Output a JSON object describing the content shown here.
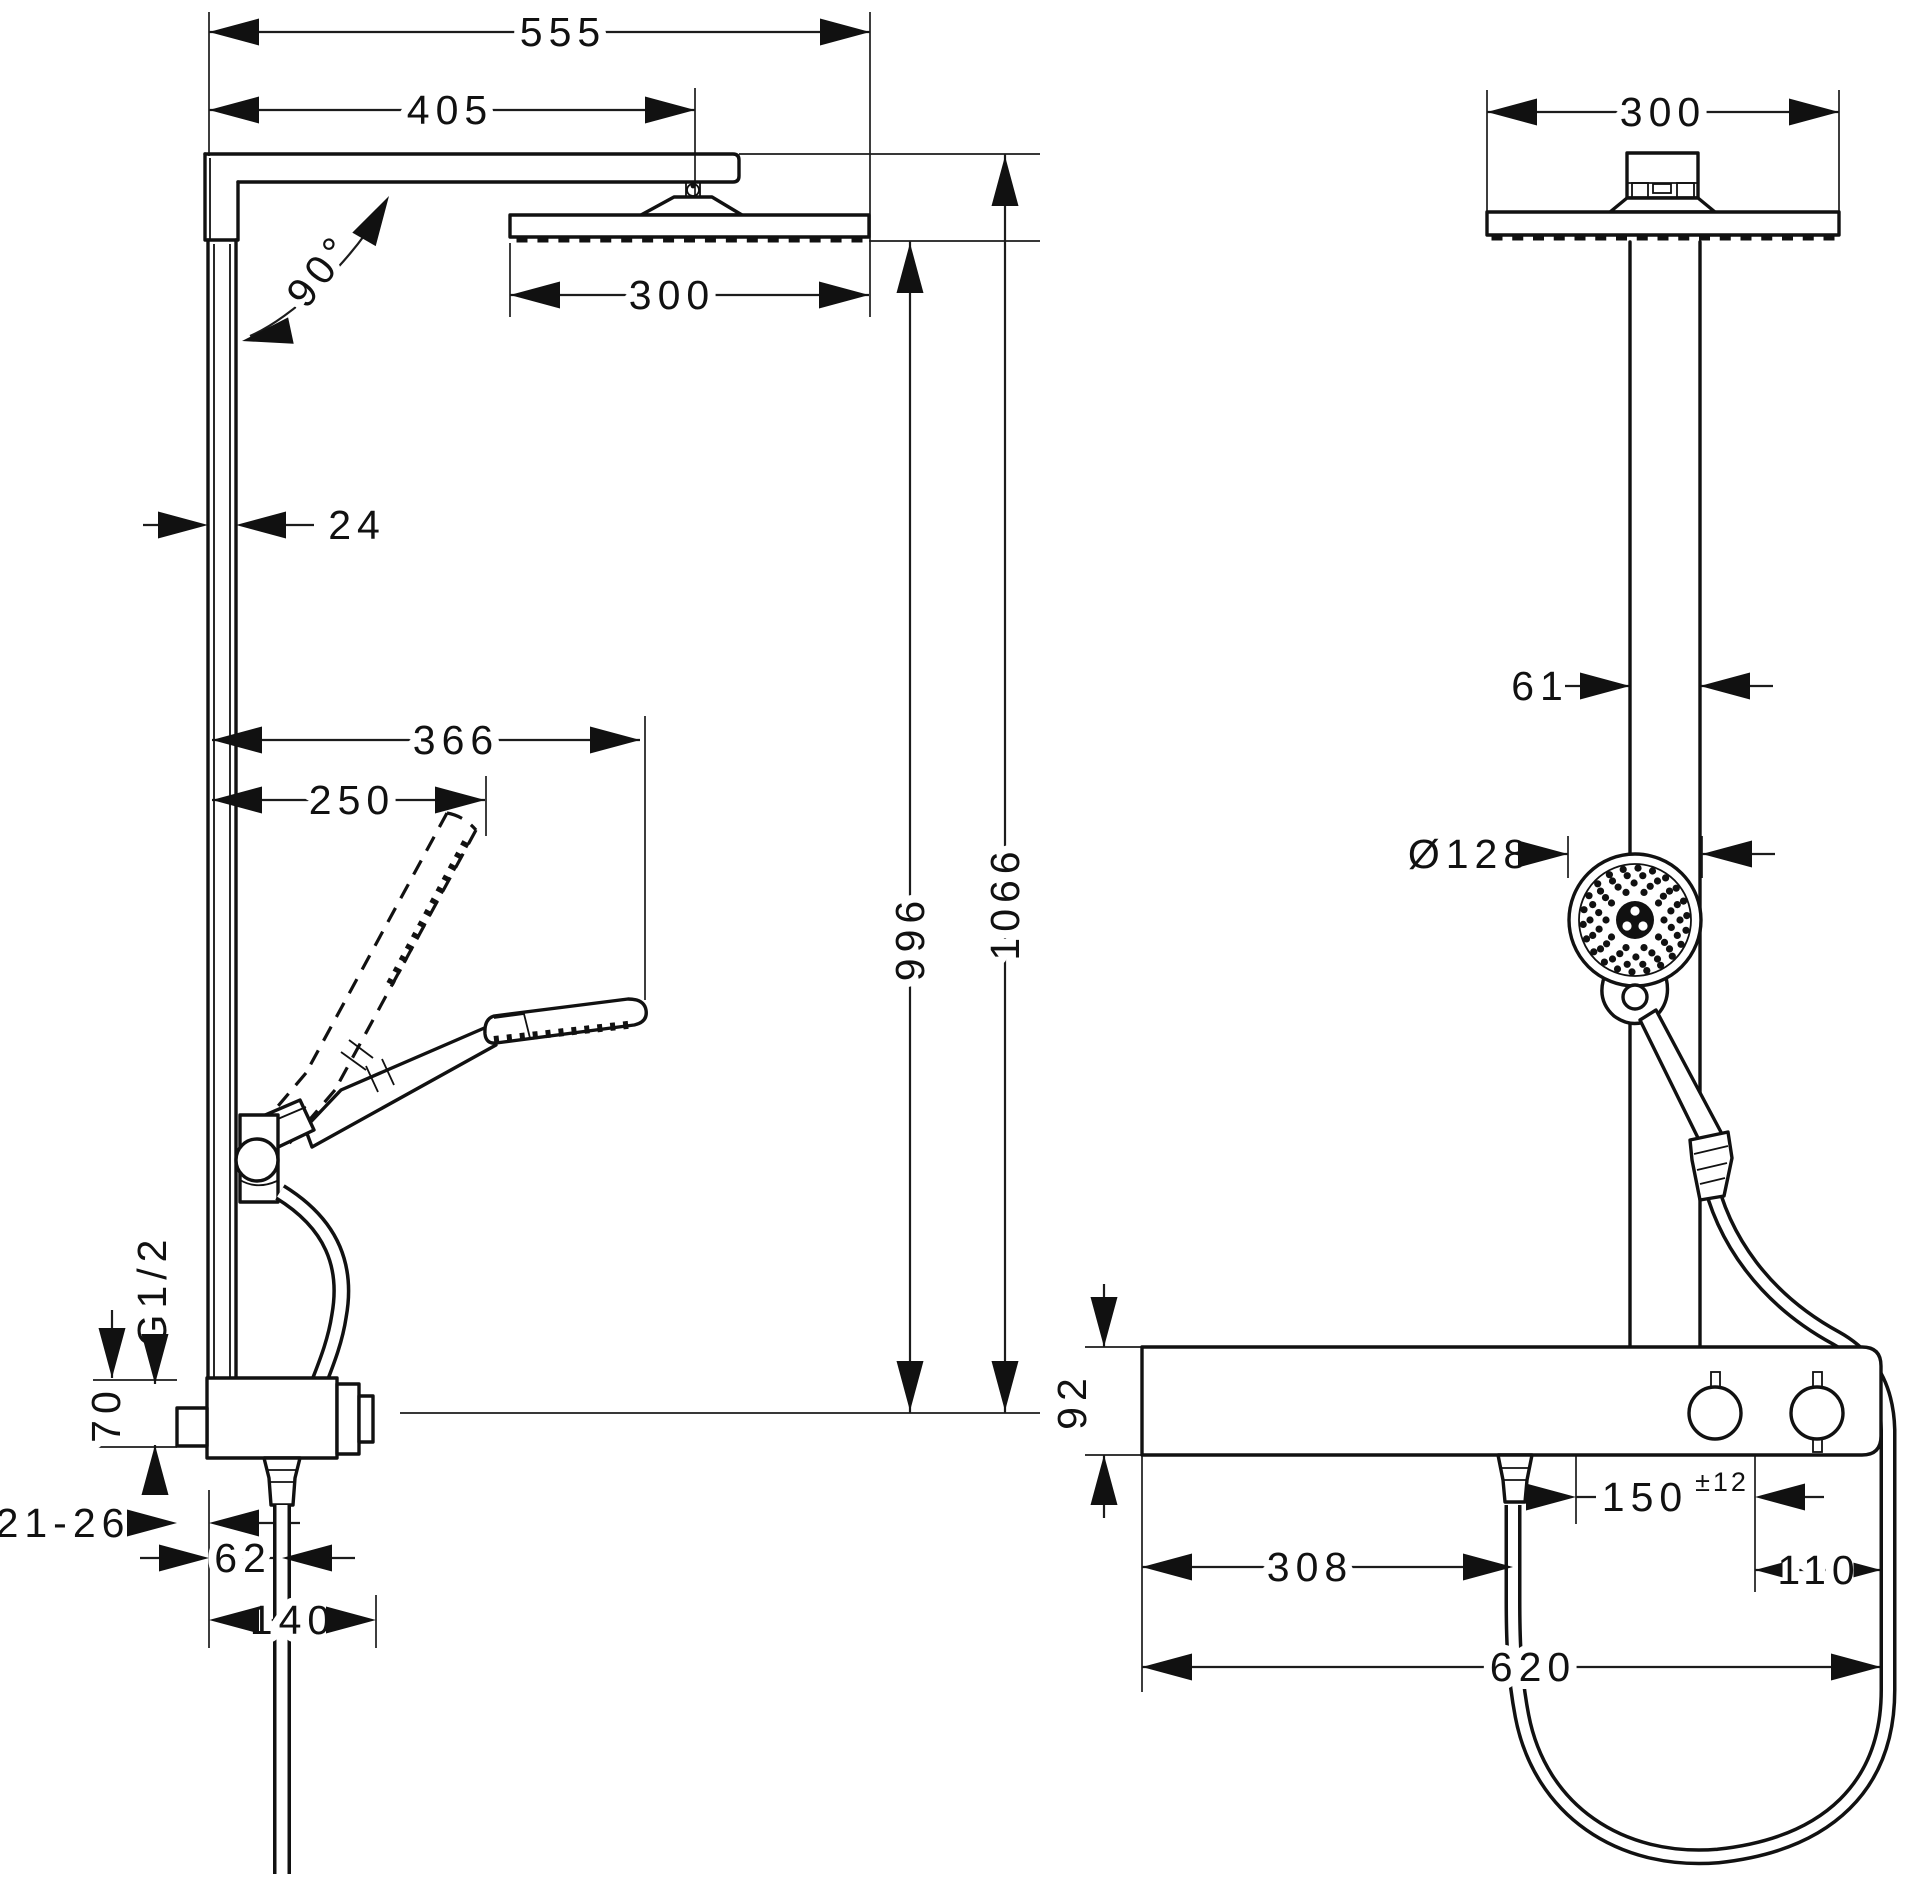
{
  "dimensions": {
    "side": {
      "width_total": "555",
      "arm_length": "405",
      "angle": "90°",
      "head_width": "300",
      "pipe_width": "24",
      "hand_shower_reach": "366",
      "hand_shower_reach_folded": "250",
      "height_to_spray": "996",
      "height_total": "1066",
      "thread": "G1/2",
      "valve_height": "70",
      "wall_range": "21-26",
      "hose_offset": "62",
      "valve_depth": "140"
    },
    "front": {
      "head_width": "300",
      "column_width": "61",
      "hand_shower_diameter": "Ø128",
      "shelf_height": "92",
      "supply_distance": "150",
      "supply_tolerance": "±12",
      "outlet_offset": "308",
      "right_offset": "110",
      "shelf_width": "620"
    }
  }
}
